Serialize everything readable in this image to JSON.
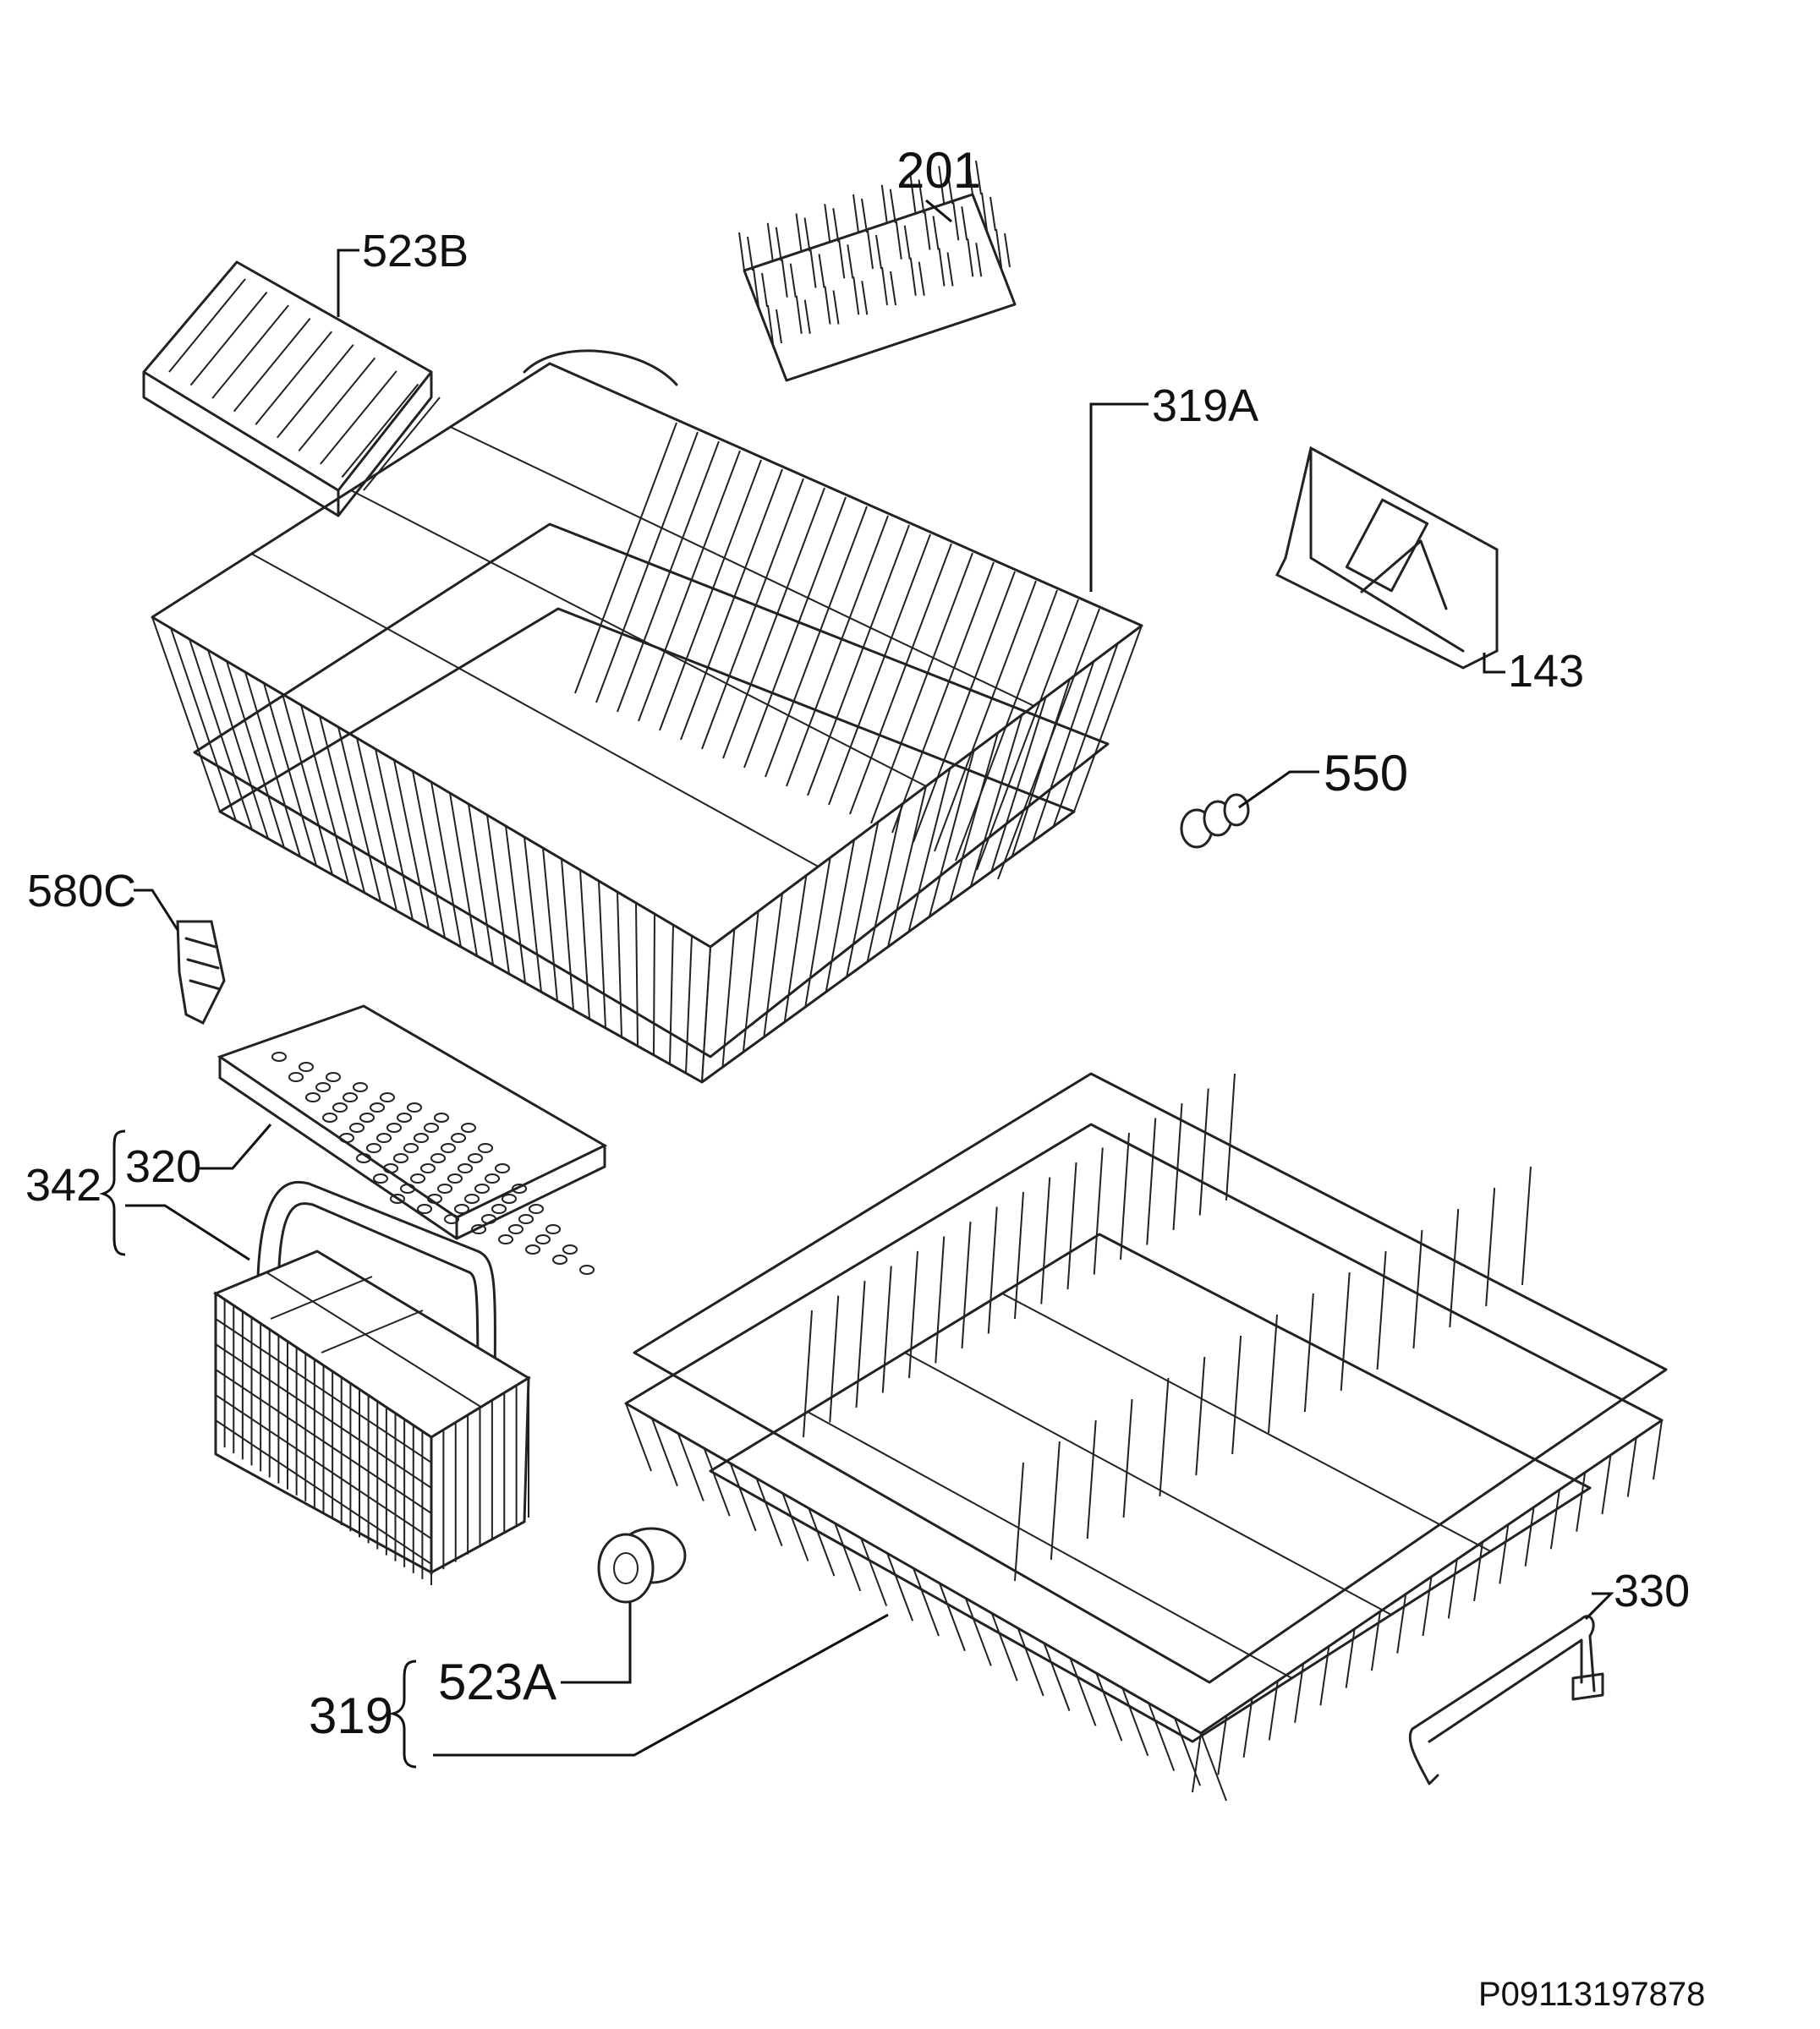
{
  "labels": {
    "l201": "201",
    "l523b": "523B",
    "l319a": "319A",
    "l143": "143",
    "l550": "550",
    "l580c": "580C",
    "l342": "342",
    "l320": "320",
    "l523a": "523A",
    "l319": "319",
    "l330": "330"
  },
  "drawing_code": "P09113197878"
}
